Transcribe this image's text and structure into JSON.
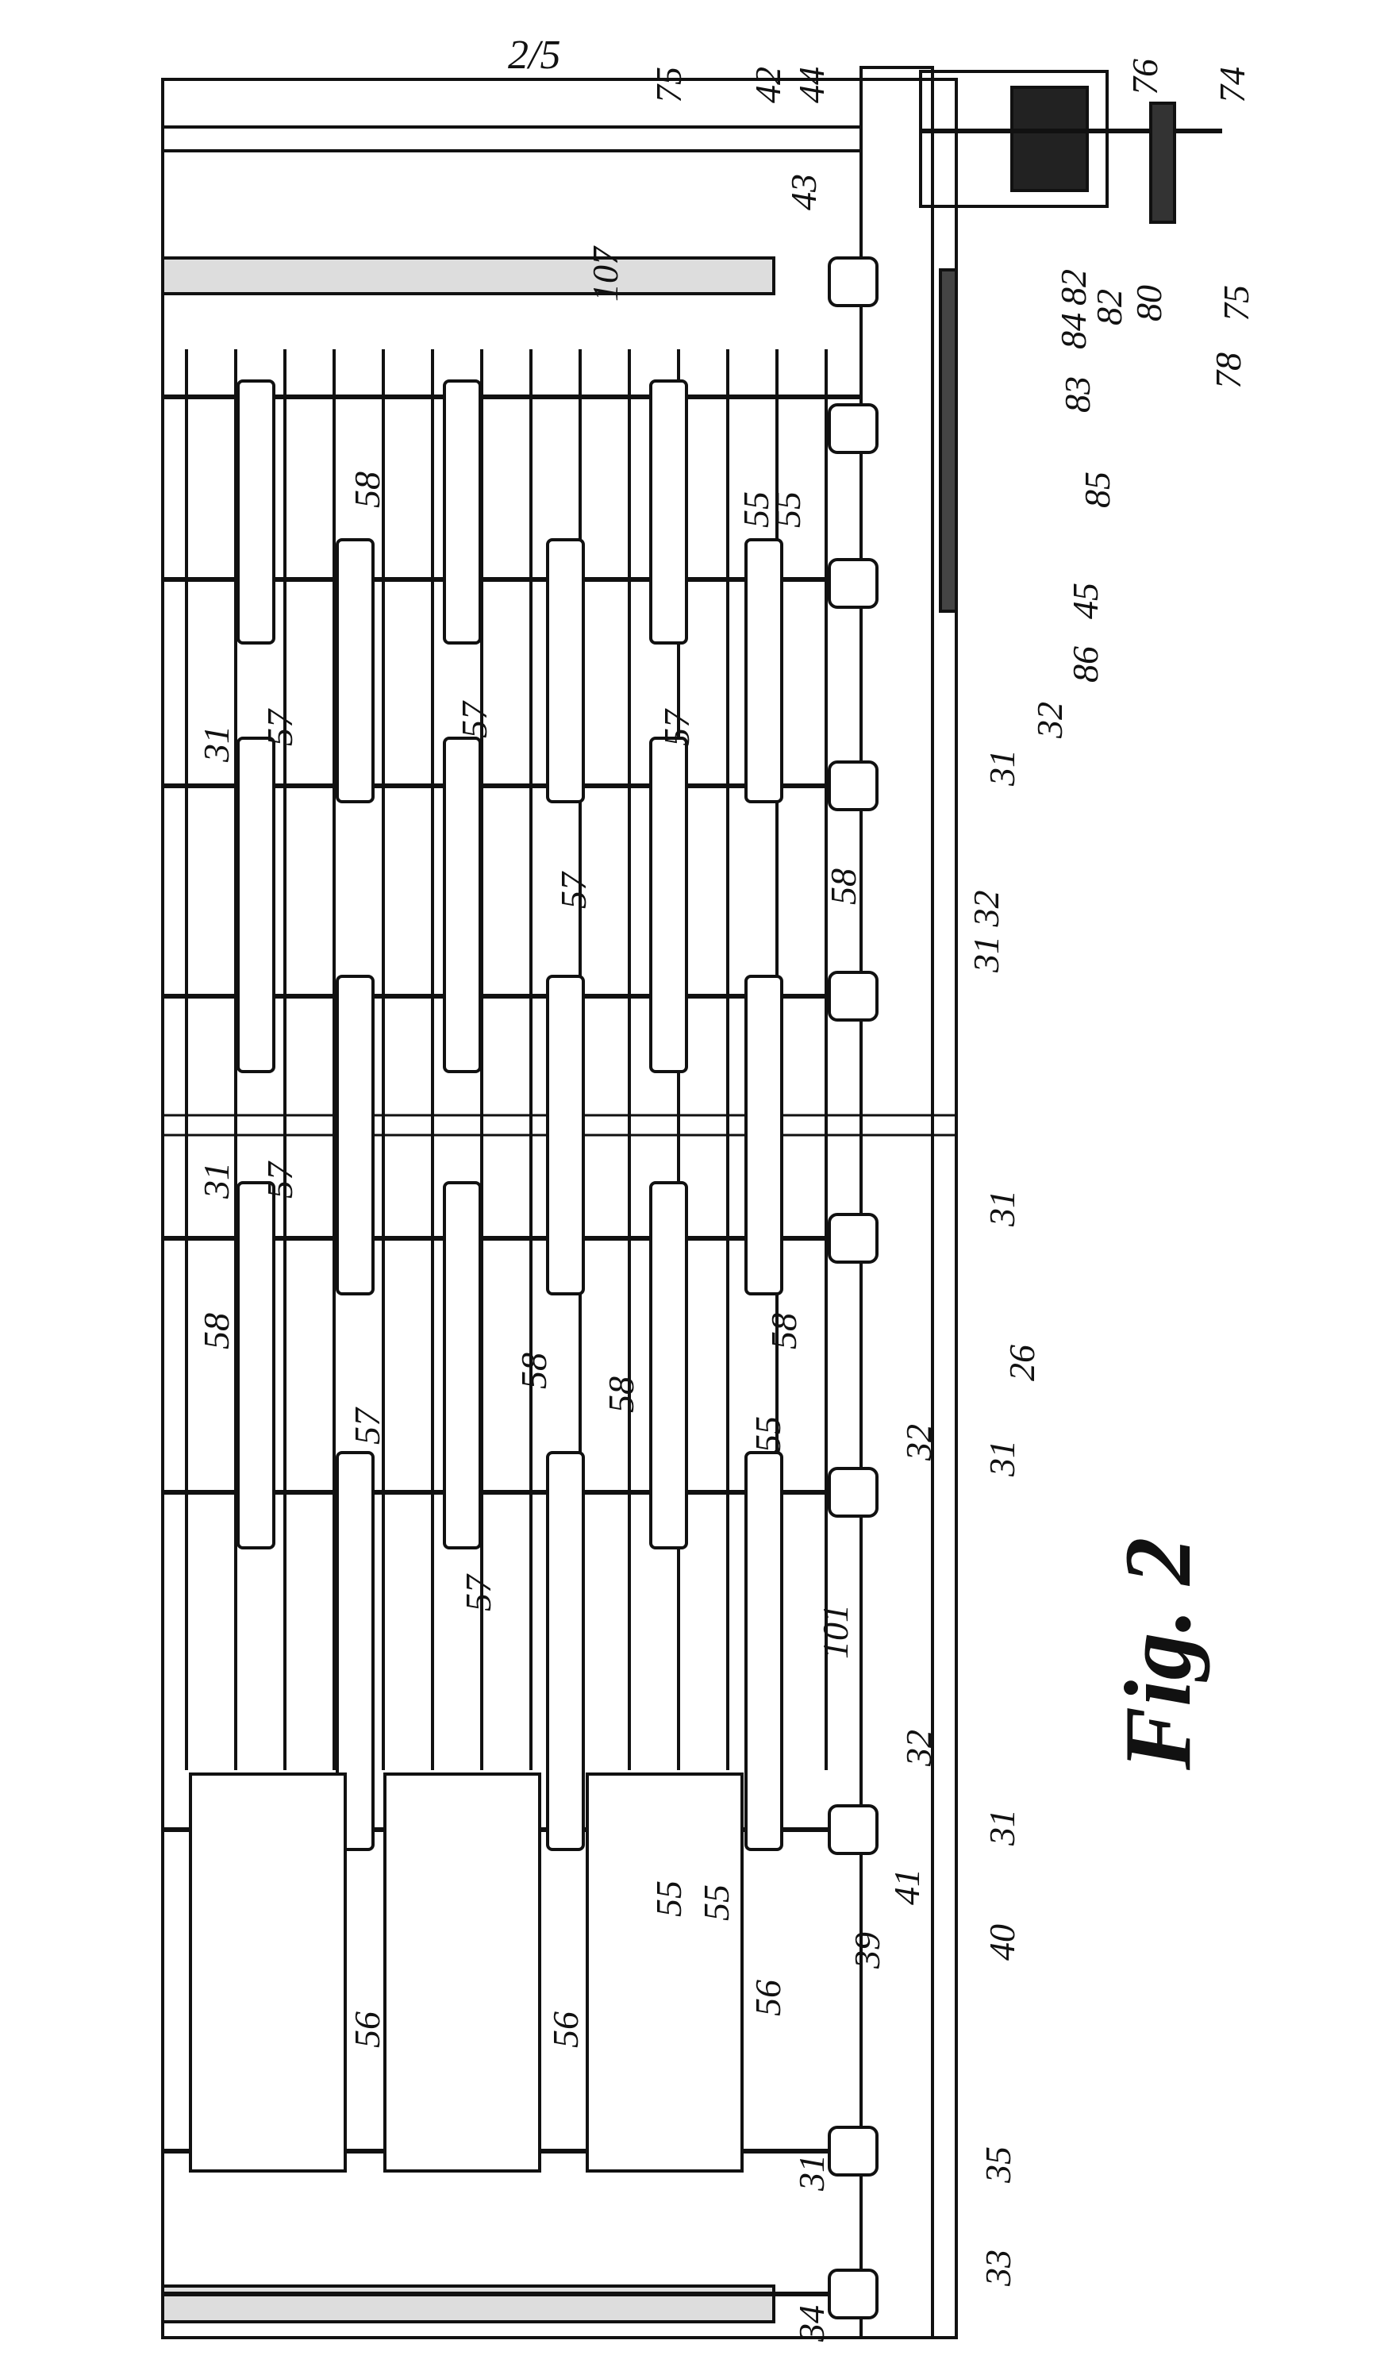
{
  "sheet_number": "2/5",
  "figure_title": "Fig. 2",
  "labels": [
    {
      "id": "r75a",
      "text": "75"
    },
    {
      "id": "r42",
      "text": "42"
    },
    {
      "id": "r44",
      "text": "44"
    },
    {
      "id": "r76",
      "text": "76"
    },
    {
      "id": "r74",
      "text": "74"
    },
    {
      "id": "r43",
      "text": "43"
    },
    {
      "id": "r107",
      "text": "107"
    },
    {
      "id": "r82a",
      "text": "82"
    },
    {
      "id": "r80",
      "text": "80"
    },
    {
      "id": "r75b",
      "text": "75"
    },
    {
      "id": "r82b",
      "text": "82"
    },
    {
      "id": "r84",
      "text": "84"
    },
    {
      "id": "r83",
      "text": "83"
    },
    {
      "id": "r78",
      "text": "78"
    },
    {
      "id": "r85",
      "text": "85"
    },
    {
      "id": "r58a",
      "text": "58"
    },
    {
      "id": "r55a",
      "text": "55"
    },
    {
      "id": "r55b",
      "text": "55"
    },
    {
      "id": "r45",
      "text": "45"
    },
    {
      "id": "r86",
      "text": "86"
    },
    {
      "id": "r31a",
      "text": "31"
    },
    {
      "id": "r57a",
      "text": "57"
    },
    {
      "id": "r57b",
      "text": "57"
    },
    {
      "id": "r57c",
      "text": "57"
    },
    {
      "id": "r32a",
      "text": "32"
    },
    {
      "id": "r31b",
      "text": "31"
    },
    {
      "id": "r57d",
      "text": "57"
    },
    {
      "id": "r58b",
      "text": "58"
    },
    {
      "id": "r3132",
      "text": "31 32"
    },
    {
      "id": "r31c",
      "text": "31"
    },
    {
      "id": "r57e",
      "text": "57"
    },
    {
      "id": "r31d",
      "text": "31"
    },
    {
      "id": "r58c",
      "text": "58"
    },
    {
      "id": "r58d",
      "text": "58"
    },
    {
      "id": "r58e",
      "text": "58"
    },
    {
      "id": "r26",
      "text": "26"
    },
    {
      "id": "r58f",
      "text": "58"
    },
    {
      "id": "r57f",
      "text": "57"
    },
    {
      "id": "r55c",
      "text": "55"
    },
    {
      "id": "r32b",
      "text": "32"
    },
    {
      "id": "r31e",
      "text": "31"
    },
    {
      "id": "r57g",
      "text": "57"
    },
    {
      "id": "r101",
      "text": "101"
    },
    {
      "id": "r32c",
      "text": "32"
    },
    {
      "id": "r31f",
      "text": "31"
    },
    {
      "id": "r41",
      "text": "41"
    },
    {
      "id": "r39",
      "text": "39"
    },
    {
      "id": "r40",
      "text": "40"
    },
    {
      "id": "r55d",
      "text": "55"
    },
    {
      "id": "r55e",
      "text": "55"
    },
    {
      "id": "r56a",
      "text": "56"
    },
    {
      "id": "r56b",
      "text": "56"
    },
    {
      "id": "r56c",
      "text": "56"
    },
    {
      "id": "r31g",
      "text": "31"
    },
    {
      "id": "r35",
      "text": "35"
    },
    {
      "id": "r33",
      "text": "33"
    },
    {
      "id": "r34",
      "text": "34"
    }
  ]
}
